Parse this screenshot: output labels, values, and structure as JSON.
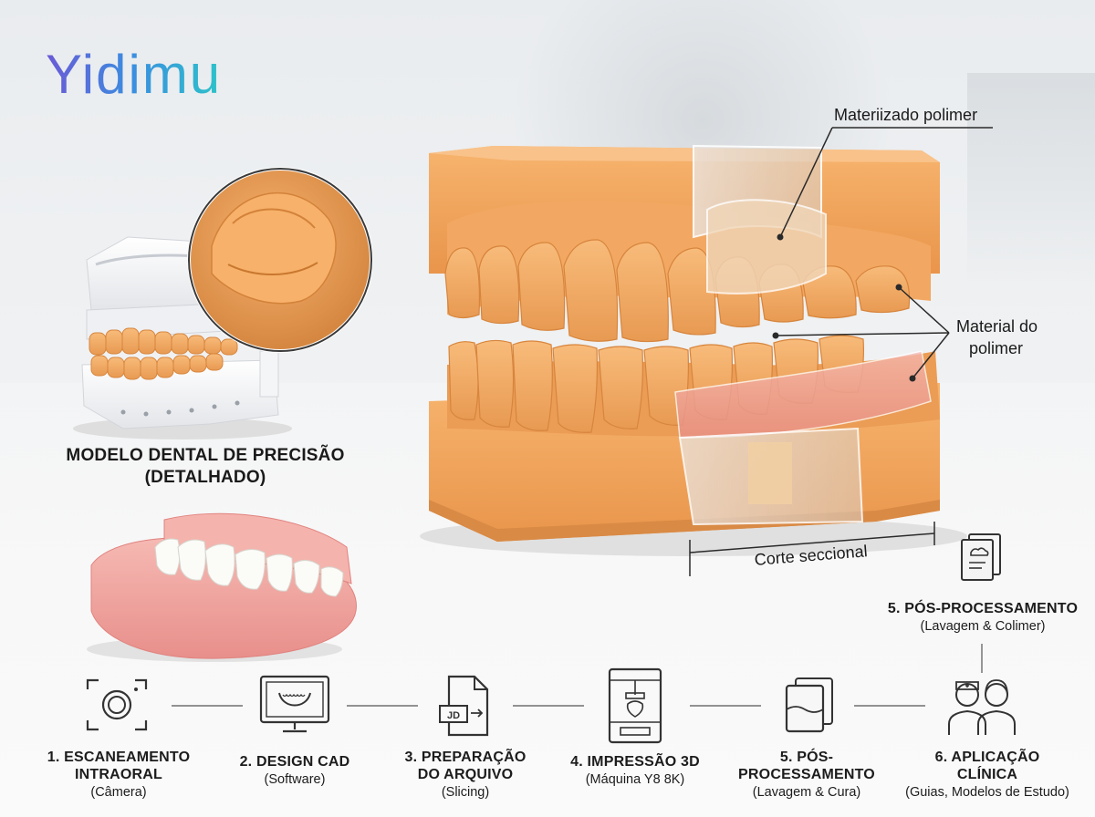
{
  "brand": {
    "logo": "Yidimu"
  },
  "callouts": {
    "top": "Materiizado polimer",
    "right_line1": "Material do",
    "right_line2": "polimer",
    "section": "Corte seccional"
  },
  "model_caption": {
    "line1": "MODELO DENTAL DE PRECISÃO",
    "line2": "(DETALHADO)"
  },
  "colors": {
    "resin": "#f3a55e",
    "resin_dark": "#d9863d",
    "gum": "#f2a8a5",
    "accent_blue": "#3a8fe0"
  },
  "steps": [
    {
      "icon": "camera-icon",
      "title_1": "1. ESCANEAMENTO",
      "title_2": "INTRAORAL",
      "sub": "(Câmera)"
    },
    {
      "icon": "monitor-icon",
      "title_1": "2. DESIGN CAD",
      "title_2": "",
      "sub": "(Software)"
    },
    {
      "icon": "file-icon",
      "title_1": "3. PREPARAÇÃO",
      "title_2": "DO ARQUIVO",
      "sub": "(Slicing)",
      "icon_text": "JD"
    },
    {
      "icon": "printer-icon",
      "title_1": "4. IMPRESSÃO 3D",
      "title_2": "",
      "sub": "(Máquina Y8 8K)"
    },
    {
      "icon": "cards-icon",
      "title_1": "5. PÓS-",
      "title_2": "PROCESSAMENTO",
      "sub": "(Lavagem & Cura)"
    },
    {
      "icon": "doctors-icon",
      "title_1": "6. APLICAÇÃO",
      "title_2": "CLÍNICA",
      "sub": "(Guias, Modelos de Estudo)"
    }
  ],
  "side_step": {
    "icon": "document-icon",
    "title": "5. PÓS-PROCESSAMENTO",
    "sub": "(Lavagem & Colimer)"
  }
}
